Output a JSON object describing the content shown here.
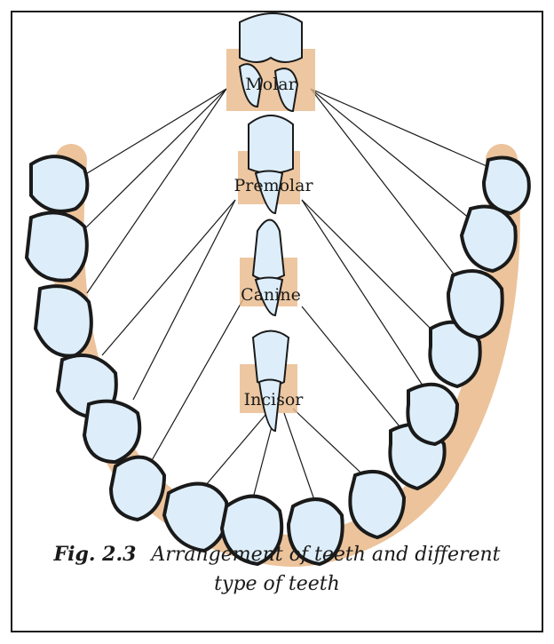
{
  "labels": {
    "molar": "Molar",
    "premolar": "Premolar",
    "canine": "Canine",
    "incisor": "Incisor"
  },
  "caption": {
    "figure_number": "Fig. 2.3",
    "text": "Arrangement of teeth and different type of teeth"
  },
  "colors": {
    "gum": "#e9b98a",
    "tooth_fill": "#ddeefa",
    "tooth_stroke": "#1a1a1a",
    "line": "#1a1a1a"
  }
}
